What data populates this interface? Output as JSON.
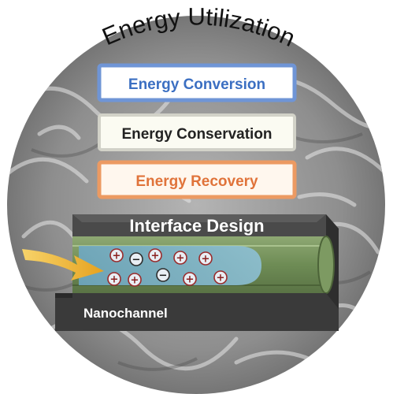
{
  "title": "Energy Utilization",
  "boxes": {
    "conversion": {
      "label": "Energy Conversion",
      "color": "#3b6fc2",
      "border": "#6f95d6"
    },
    "conservation": {
      "label": "Energy Conservation",
      "color": "#222222",
      "border": "#c9c9c9"
    },
    "recovery": {
      "label": "Energy Recovery",
      "color": "#e0733a",
      "border": "#ec9a62"
    }
  },
  "channel": {
    "interface_label": "Interface Design",
    "base_label": "Nanochannel",
    "inner_color": "#6f8f56",
    "slab_color": "#3a3a3a"
  },
  "ions": {
    "positive": "+",
    "negative": "−"
  },
  "arrow": {
    "color": "#f2b632"
  },
  "background": {
    "circle_color": "#9a9a9a"
  }
}
